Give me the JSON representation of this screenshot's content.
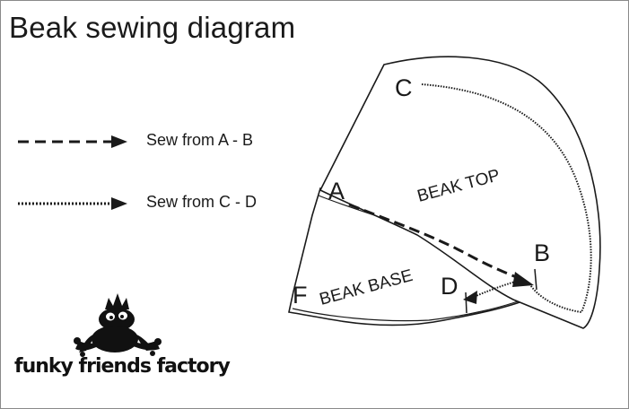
{
  "title": "Beak sewing diagram",
  "legend": [
    {
      "style": "dashed",
      "label": "Sew from A - B",
      "icon": "dashed-arrow-icon"
    },
    {
      "style": "dotted",
      "label": "Sew from C - D",
      "icon": "dotted-arrow-icon"
    }
  ],
  "pieces": {
    "top_label": "BEAK TOP",
    "base_label": "BEAK BASE"
  },
  "points": {
    "a": "A",
    "b": "B",
    "c": "C",
    "d": "D",
    "f": "F"
  },
  "brand": {
    "name": "funky friends factory",
    "logo_icon": "frog-crown-logo-icon"
  },
  "colors": {
    "ink": "#1a1a1a",
    "background": "#ffffff",
    "border": "#8a8a8a"
  }
}
